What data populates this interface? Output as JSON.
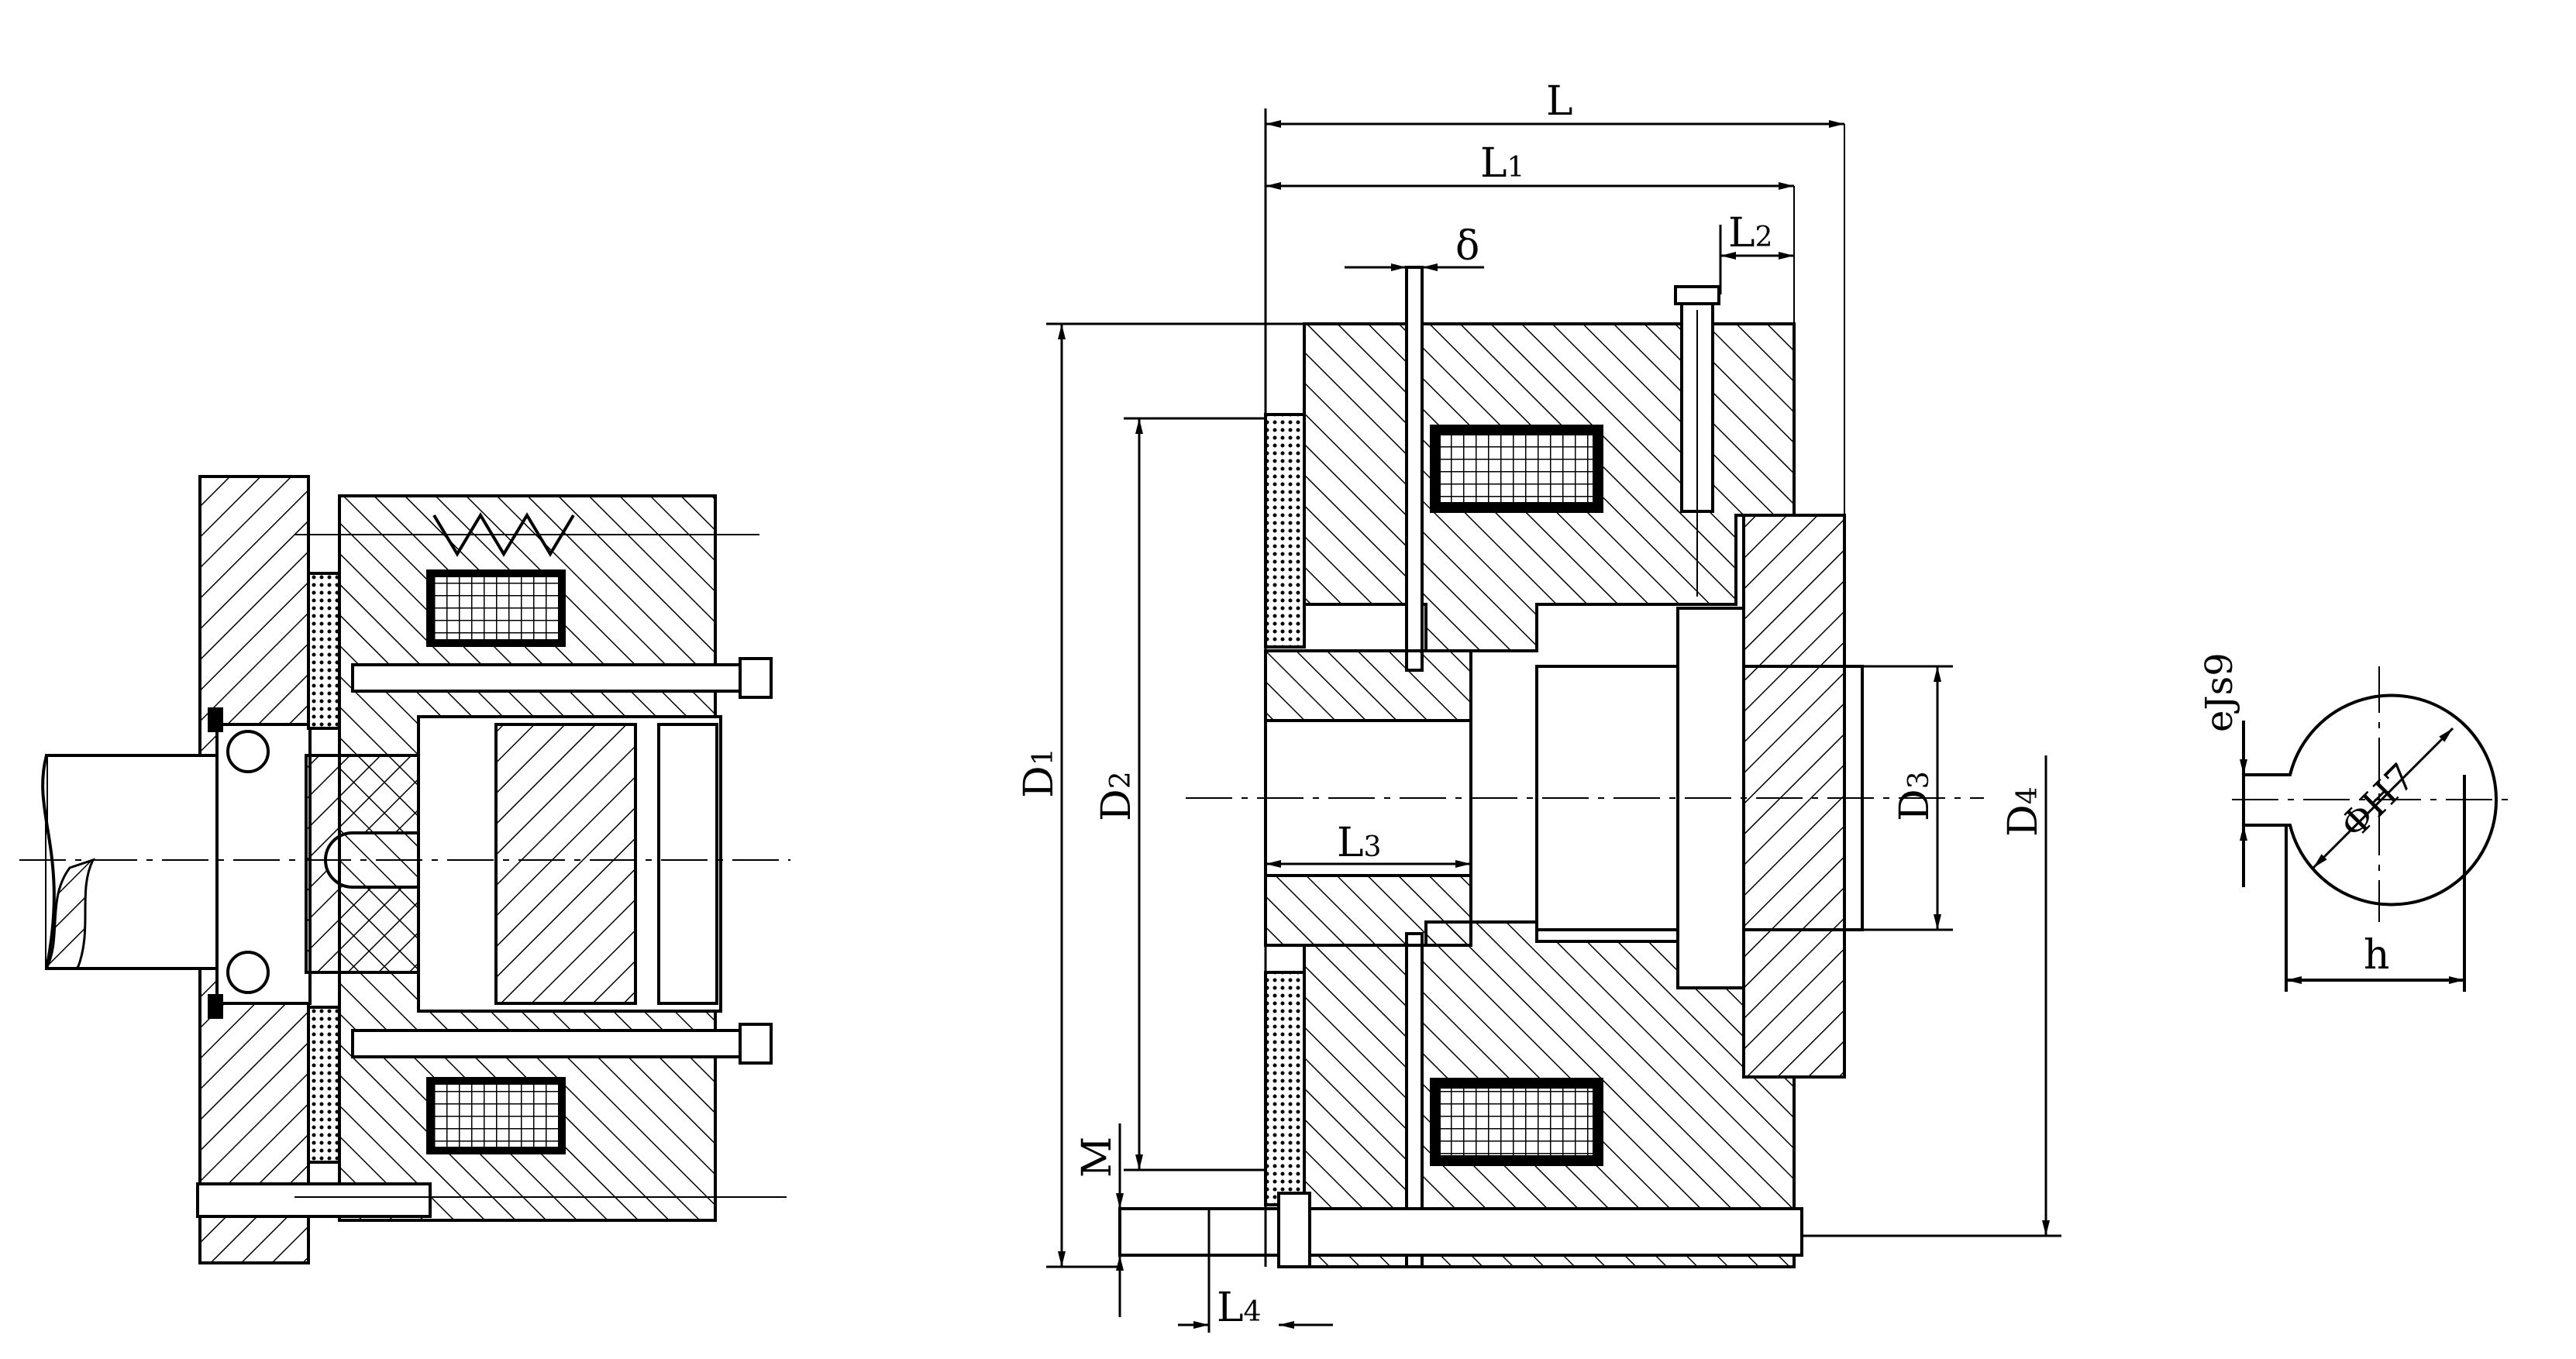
{
  "dimensions": {
    "L": {
      "main": "L",
      "sub": ""
    },
    "L1": {
      "main": "L",
      "sub": "1"
    },
    "L2": {
      "main": "L",
      "sub": "2"
    },
    "L3": {
      "main": "L",
      "sub": "3"
    },
    "L4": {
      "main": "L",
      "sub": "4"
    },
    "delta": {
      "main": "δ",
      "sub": ""
    },
    "D1": {
      "main": "D",
      "sub": "1"
    },
    "D2": {
      "main": "D",
      "sub": "2"
    },
    "D3": {
      "main": "D",
      "sub": "3"
    },
    "D4": {
      "main": "D",
      "sub": "4"
    },
    "M": {
      "main": "M",
      "sub": ""
    }
  },
  "keyway": {
    "tolerance": "eJs9",
    "bore_fit": "ΦH7",
    "width": "h"
  },
  "colors": {
    "line": "#000000",
    "background": "#ffffff"
  }
}
